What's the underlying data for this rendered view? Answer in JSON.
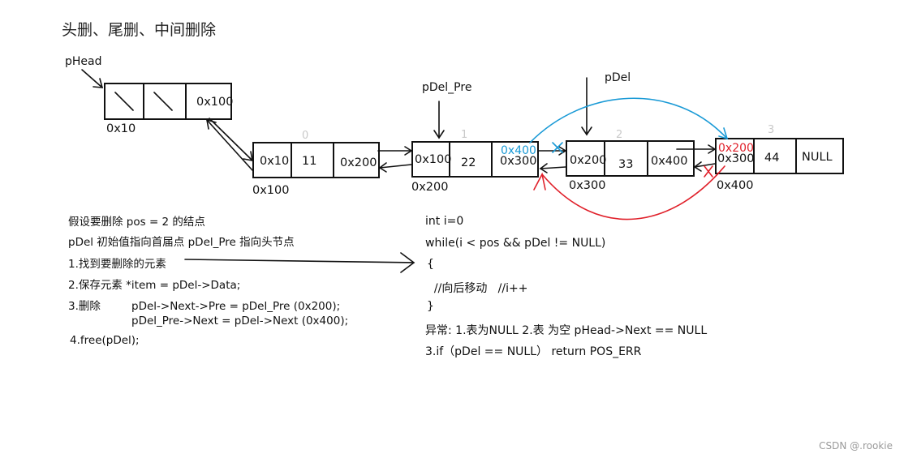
{
  "title": "头删、尾删、中间删除",
  "labels": {
    "phead": "pHead",
    "pdel_pre": "pDel_Pre",
    "pdel": "pDel"
  },
  "nodes": [
    {
      "index": "",
      "cells": [
        "",
        "",
        "0x100"
      ],
      "address": "0x10"
    },
    {
      "index": "0",
      "cells": [
        "0x10",
        "11",
        "0x200"
      ],
      "address": "0x100"
    },
    {
      "index": "1",
      "cells": [
        "0x100",
        "22",
        "0x300"
      ],
      "address": "0x200"
    },
    {
      "index": "2",
      "cells": [
        "0x200",
        "33",
        "0x400"
      ],
      "address": "0x300"
    },
    {
      "index": "3",
      "cells": [
        "0x300",
        "44",
        "NULL"
      ],
      "address": "0x400"
    }
  ],
  "overwrites": {
    "node1_next_new": "0x400",
    "node3_pre_new": "0x200"
  },
  "notes": [
    "假设要删除 pos = 2 的结点",
    "pDel 初始值指向首届点    pDel_Pre  指向头节点",
    "1.找到要删除的元素",
    "2.保存元素    *item = pDel->Data;",
    "3.删除",
    "pDel->Next->Pre = pDel_Pre (0x200);",
    "pDel_Pre->Next = pDel->Next (0x400);",
    "4.free(pDel);"
  ],
  "code": [
    "int i=0",
    "while(i < pos && pDel != NULL)",
    "{",
    "  //向后移动   //i++",
    "}",
    "异常: 1.表为NULL    2.表 为空    pHead->Next == NULL",
    "3.if（pDel == NULL）  return  POS_ERR"
  ],
  "watermark": "CSDN @.rookie",
  "colors": {
    "ink": "#111111",
    "blue": "#1a9ad6",
    "red": "#e0202a",
    "index_gray": "#c9c9c9"
  }
}
